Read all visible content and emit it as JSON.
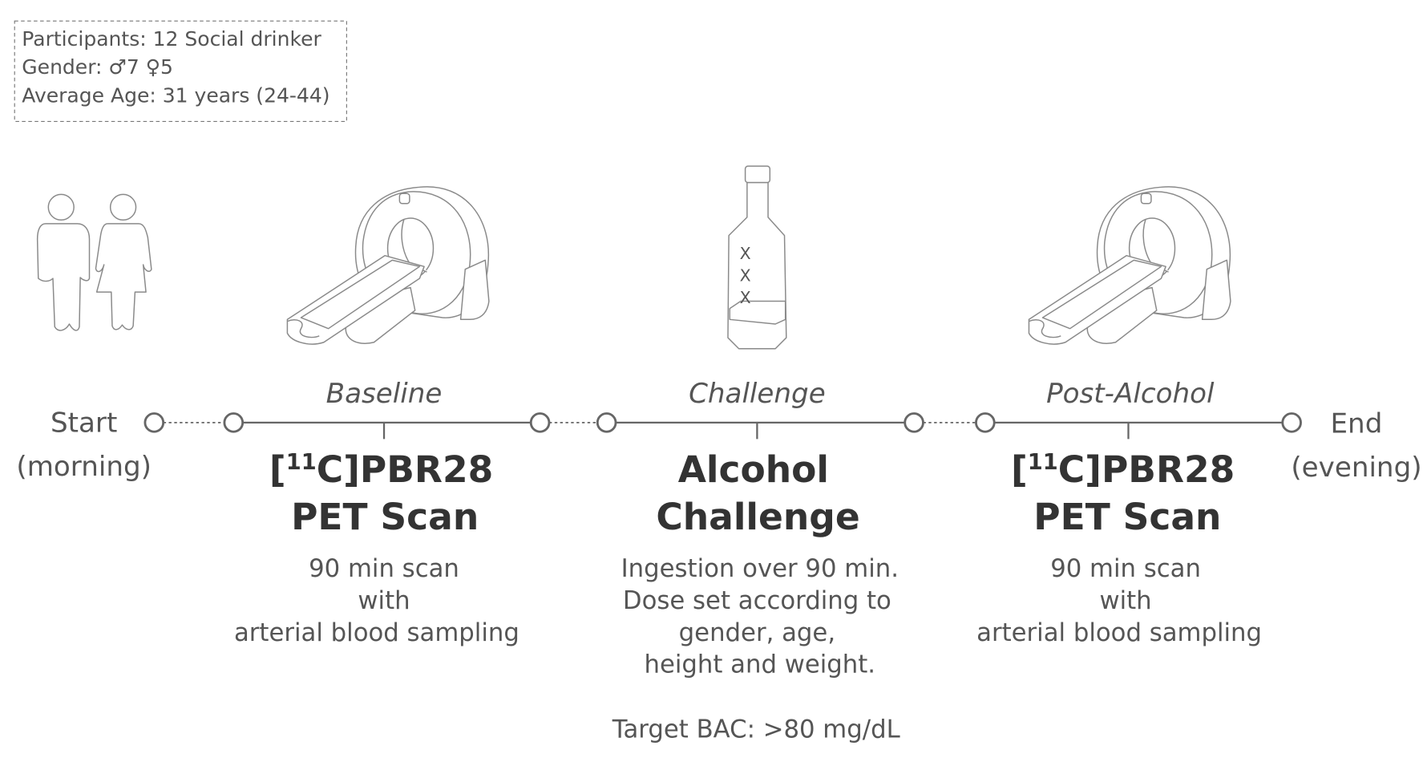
{
  "info_box": {
    "participants": "Participants: 12 Social drinker",
    "gender": "Gender: ♂7 ♀5",
    "age": "Average Age: 31 years (24-44)"
  },
  "timeline": {
    "start": {
      "label": "Start",
      "sub": "(morning)"
    },
    "end": {
      "label": "End",
      "sub": "(evening)"
    },
    "stages": [
      {
        "phase": "Baseline",
        "title_pre": "[",
        "title_sup": "11",
        "title_post": "C]PBR28",
        "title_line2": "PET Scan",
        "desc": [
          "90 min scan",
          "with",
          "arterial blood sampling"
        ]
      },
      {
        "phase": "Challenge",
        "title_line1": "Alcohol",
        "title_line2": "Challenge",
        "desc": [
          "Ingestion over 90 min.",
          "Dose set according to",
          "gender, age,",
          "height and weight."
        ],
        "target": "Target BAC: >80 mg/dL"
      },
      {
        "phase": "Post-Alcohol",
        "title_pre": "[",
        "title_sup": "11",
        "title_post": "C]PBR28",
        "title_line2": "PET Scan",
        "desc": [
          "90 min scan",
          "with",
          "arterial blood sampling"
        ]
      }
    ]
  },
  "bottle_marks": [
    "X",
    "X",
    "X"
  ]
}
